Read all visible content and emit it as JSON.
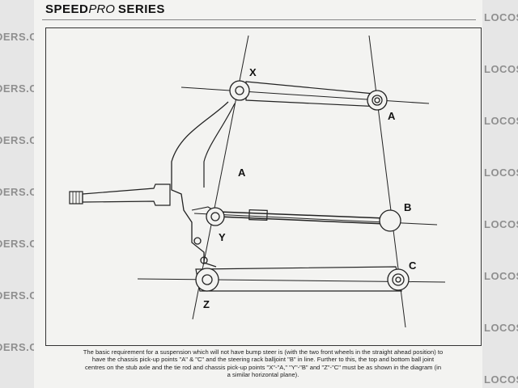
{
  "watermark": {
    "left_text": "DERS.CO",
    "right_text": "LOCOST"
  },
  "header": {
    "brand_speed": "SPEED",
    "brand_pro": "PRO",
    "brand_series": "SERIES"
  },
  "diagram": {
    "labels": {
      "x": "X",
      "a_top": "A",
      "a_mid": "A",
      "b": "B",
      "y": "Y",
      "c": "C",
      "z": "Z"
    }
  },
  "caption": {
    "line1": "The basic requirement for a suspension which will not have bump steer is (with the two front wheels in the straight ahead position) to",
    "line2": "have the chassis pick-up points \"A\" & \"C\" and the steering rack balljoint \"B\" in line. Further to this, the top and bottom ball joint",
    "line3": "centres on the stub axle and the tie rod and chassis pick-up points \"X\"-\"A,\" \"Y\"-\"B\" and \"Z\"-\"C\" must be as shown in the diagram (in",
    "line4": "a similar horizontal plane)."
  }
}
